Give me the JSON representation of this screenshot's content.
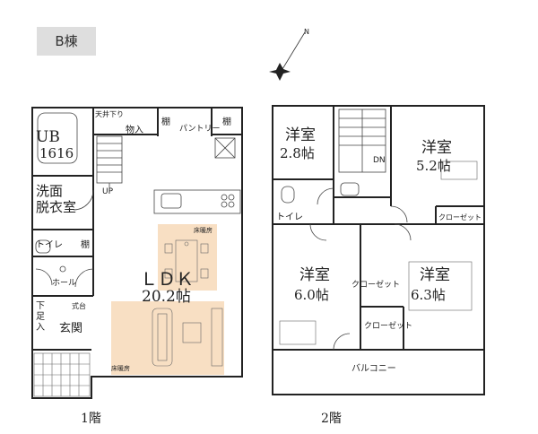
{
  "building_tag": "B棟",
  "compass_label": "N",
  "floor1": {
    "label": "1階",
    "rooms": {
      "bath": "UB",
      "bath_size": "1616",
      "ceiling_storage": "天井下り",
      "storage": "物入",
      "shelf_a": "棚",
      "pantry": "パントリー",
      "shelf_b": "棚",
      "stairs_up": "UP",
      "wash_1": "洗面",
      "wash_2": "脱衣室",
      "toilet": "トイレ",
      "shelf_c": "棚",
      "hall": "ホール",
      "shoe_1": "下",
      "shoe_2": "足",
      "shoe_3": "入",
      "shikidai": "式台",
      "entrance": "玄関",
      "ldk": "ＬＤＫ",
      "ldk_size": "20.2帖",
      "floor_heating_a": "床暖房",
      "floor_heating_b": "床暖房"
    }
  },
  "floor2": {
    "label": "2階",
    "rooms": {
      "room1": "洋室",
      "room1_size": "2.8帖",
      "stairs_dn": "DN",
      "room2": "洋室",
      "room2_size": "5.2帖",
      "toilet": "トイレ",
      "closet_a": "クローゼット",
      "room3": "洋室",
      "room3_size": "6.0帖",
      "closet_b": "クローゼット",
      "room4": "洋室",
      "room4_size": "6.3帖",
      "closet_c": "クローゼット",
      "balcony": "バルコニー"
    }
  },
  "colors": {
    "floor_heating": "#f7d9b8",
    "tag_bg": "#dedede"
  }
}
